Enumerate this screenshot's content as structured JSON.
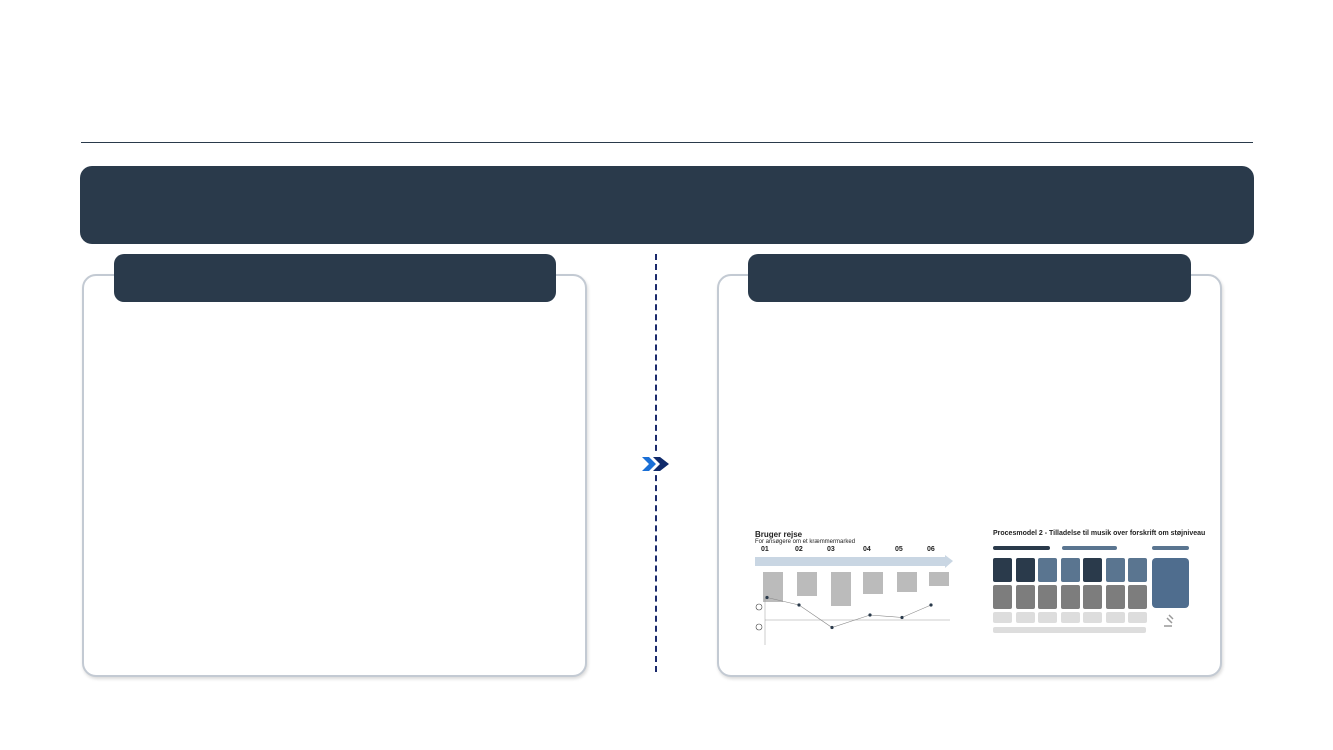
{
  "journey_thumbnail": {
    "title": "Bruger rejse",
    "subtitle": "For ansøgere om et kræmmermarked",
    "steps": [
      "01",
      "02",
      "03",
      "04",
      "05",
      "06"
    ],
    "curve": [
      0.9,
      0.6,
      -0.3,
      0.2,
      0.1,
      0.6
    ]
  },
  "process_thumbnail": {
    "title": "Procesmodel 2 - Tilladelse til musik over forskrift om støjniveau"
  },
  "colors": {
    "navy": "#2a3a4b",
    "accent_blue": "#1a6fd6",
    "dark_blue": "#0f2a6b"
  }
}
